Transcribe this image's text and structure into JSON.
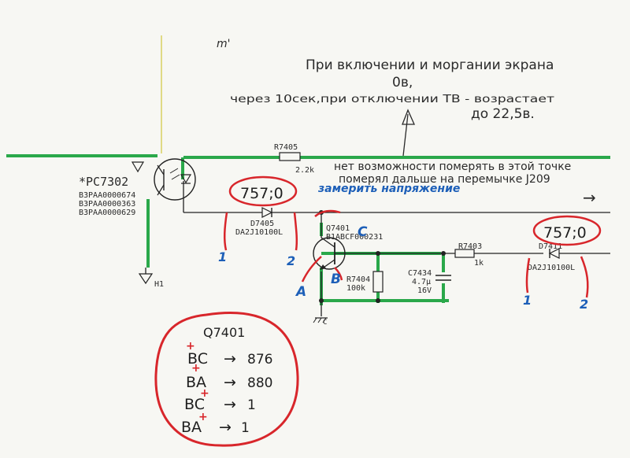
{
  "colors": {
    "paper": "#f7f7f3",
    "wire": "#222222",
    "green_trace": "#2aa84a",
    "red_marker": "#d8262b",
    "blue_marker": "#1d5fb8",
    "pencil": "#2a2a2a"
  },
  "corner_mark": "m'",
  "note": {
    "line1": "При включении и моргании экрана",
    "line2": "0в,",
    "line3": "через 10сек,при отключении ТВ - возрастает",
    "line4": "до 22,5в."
  },
  "optocoupler": {
    "ref": "*PC7302",
    "parts": [
      "B3PAA0000674",
      "B3PAA0000363",
      "B3PAA0000629"
    ],
    "warning_icon": "warning-triangle-icon"
  },
  "ground_ref": "H1",
  "ground_ref_c": "C",
  "resistor_r7405": {
    "ref": "R7405",
    "value": "2.2k"
  },
  "remark": {
    "line1": "нет возможности померять в этой точке",
    "line2": "померял дальше на перемычке J209"
  },
  "blue_note": "замерить напряжение",
  "diode_d7405": {
    "ref": "D7405",
    "part": "DA2J10100L"
  },
  "diode_d7411": {
    "ref": "D7411",
    "part": "DA2J10100L"
  },
  "transistor": {
    "ref": "Q7401",
    "part": "B1ABCF000231"
  },
  "resistor_r7404": {
    "ref": "R7404",
    "value": "100k"
  },
  "capacitor_c7434": {
    "ref": "C7434",
    "value": "4.7μ",
    "voltage": "16V"
  },
  "resistor_r7403": {
    "ref": "R7403",
    "value": "1k"
  },
  "readings": {
    "left": "757;0",
    "right": "757;0"
  },
  "markers": {
    "left_1": "1",
    "left_2": "2",
    "right_1": "1",
    "right_2": "2",
    "A": "A",
    "B": "B",
    "C": "C"
  },
  "measurement_table": {
    "title": "Q7401",
    "rows": [
      {
        "pins": "BC",
        "value": "876",
        "plus": "+"
      },
      {
        "pins": "BA",
        "value": "880",
        "plus": "+"
      },
      {
        "pins": "BC",
        "value": "1",
        "plus": "+"
      },
      {
        "pins": "BA",
        "value": "1",
        "plus": "+"
      }
    ],
    "arrow": "→"
  },
  "signal_arrow": "→"
}
